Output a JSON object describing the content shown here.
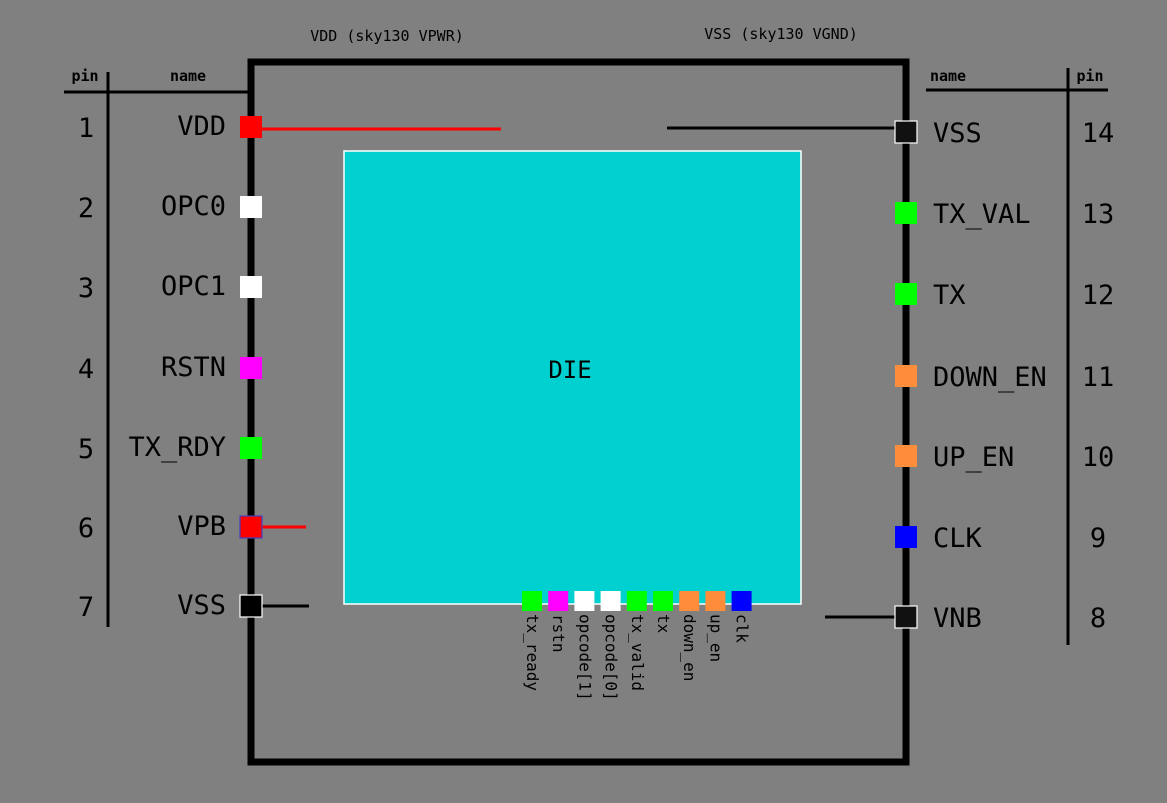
{
  "headers": {
    "vdd_label": "VDD (sky130 VPWR)",
    "vss_label": "VSS (sky130 VGND)",
    "left_pin_col": "pin",
    "left_name_col": "name",
    "right_name_col": "name",
    "right_pin_col": "pin"
  },
  "die_label": "DIE",
  "colors": {
    "background": "#808080",
    "package": "#000000",
    "die": "#00d0d0",
    "red": "#ff0000",
    "white": "#ffffff",
    "magenta": "#ff00ff",
    "green": "#00ff00",
    "orange": "#ff8c3a",
    "blue": "#0000ff",
    "black": "#000000"
  },
  "left_pins": [
    {
      "num": "1",
      "name": "VDD",
      "color": "#ff0000"
    },
    {
      "num": "2",
      "name": "OPC0",
      "color": "#ffffff"
    },
    {
      "num": "3",
      "name": "OPC1",
      "color": "#ffffff"
    },
    {
      "num": "4",
      "name": "RSTN",
      "color": "#ff00ff"
    },
    {
      "num": "5",
      "name": "TX_RDY",
      "color": "#00ff00"
    },
    {
      "num": "6",
      "name": "VPB",
      "color": "#ff0000"
    },
    {
      "num": "7",
      "name": "VSS",
      "color": "#000000"
    }
  ],
  "right_pins": [
    {
      "num": "14",
      "name": "VSS",
      "color": "#111111"
    },
    {
      "num": "13",
      "name": "TX_VAL",
      "color": "#00ff00"
    },
    {
      "num": "12",
      "name": "TX",
      "color": "#00ff00"
    },
    {
      "num": "11",
      "name": "DOWN_EN",
      "color": "#ff8c3a"
    },
    {
      "num": "10",
      "name": "UP_EN",
      "color": "#ff8c3a"
    },
    {
      "num": "9",
      "name": "CLK",
      "color": "#0000ff"
    },
    {
      "num": "8",
      "name": "VNB",
      "color": "#111111"
    }
  ],
  "die_pads": [
    {
      "name": "tx_ready",
      "color": "#00ff00"
    },
    {
      "name": "rstn",
      "color": "#ff00ff"
    },
    {
      "name": "opcode[1]",
      "color": "#ffffff"
    },
    {
      "name": "opcode[0]",
      "color": "#ffffff"
    },
    {
      "name": "tx_valid",
      "color": "#00ff00"
    },
    {
      "name": "tx",
      "color": "#00ff00"
    },
    {
      "name": "down_en",
      "color": "#ff8c3a"
    },
    {
      "name": "up_en",
      "color": "#ff8c3a"
    },
    {
      "name": "clk",
      "color": "#0000ff"
    }
  ]
}
